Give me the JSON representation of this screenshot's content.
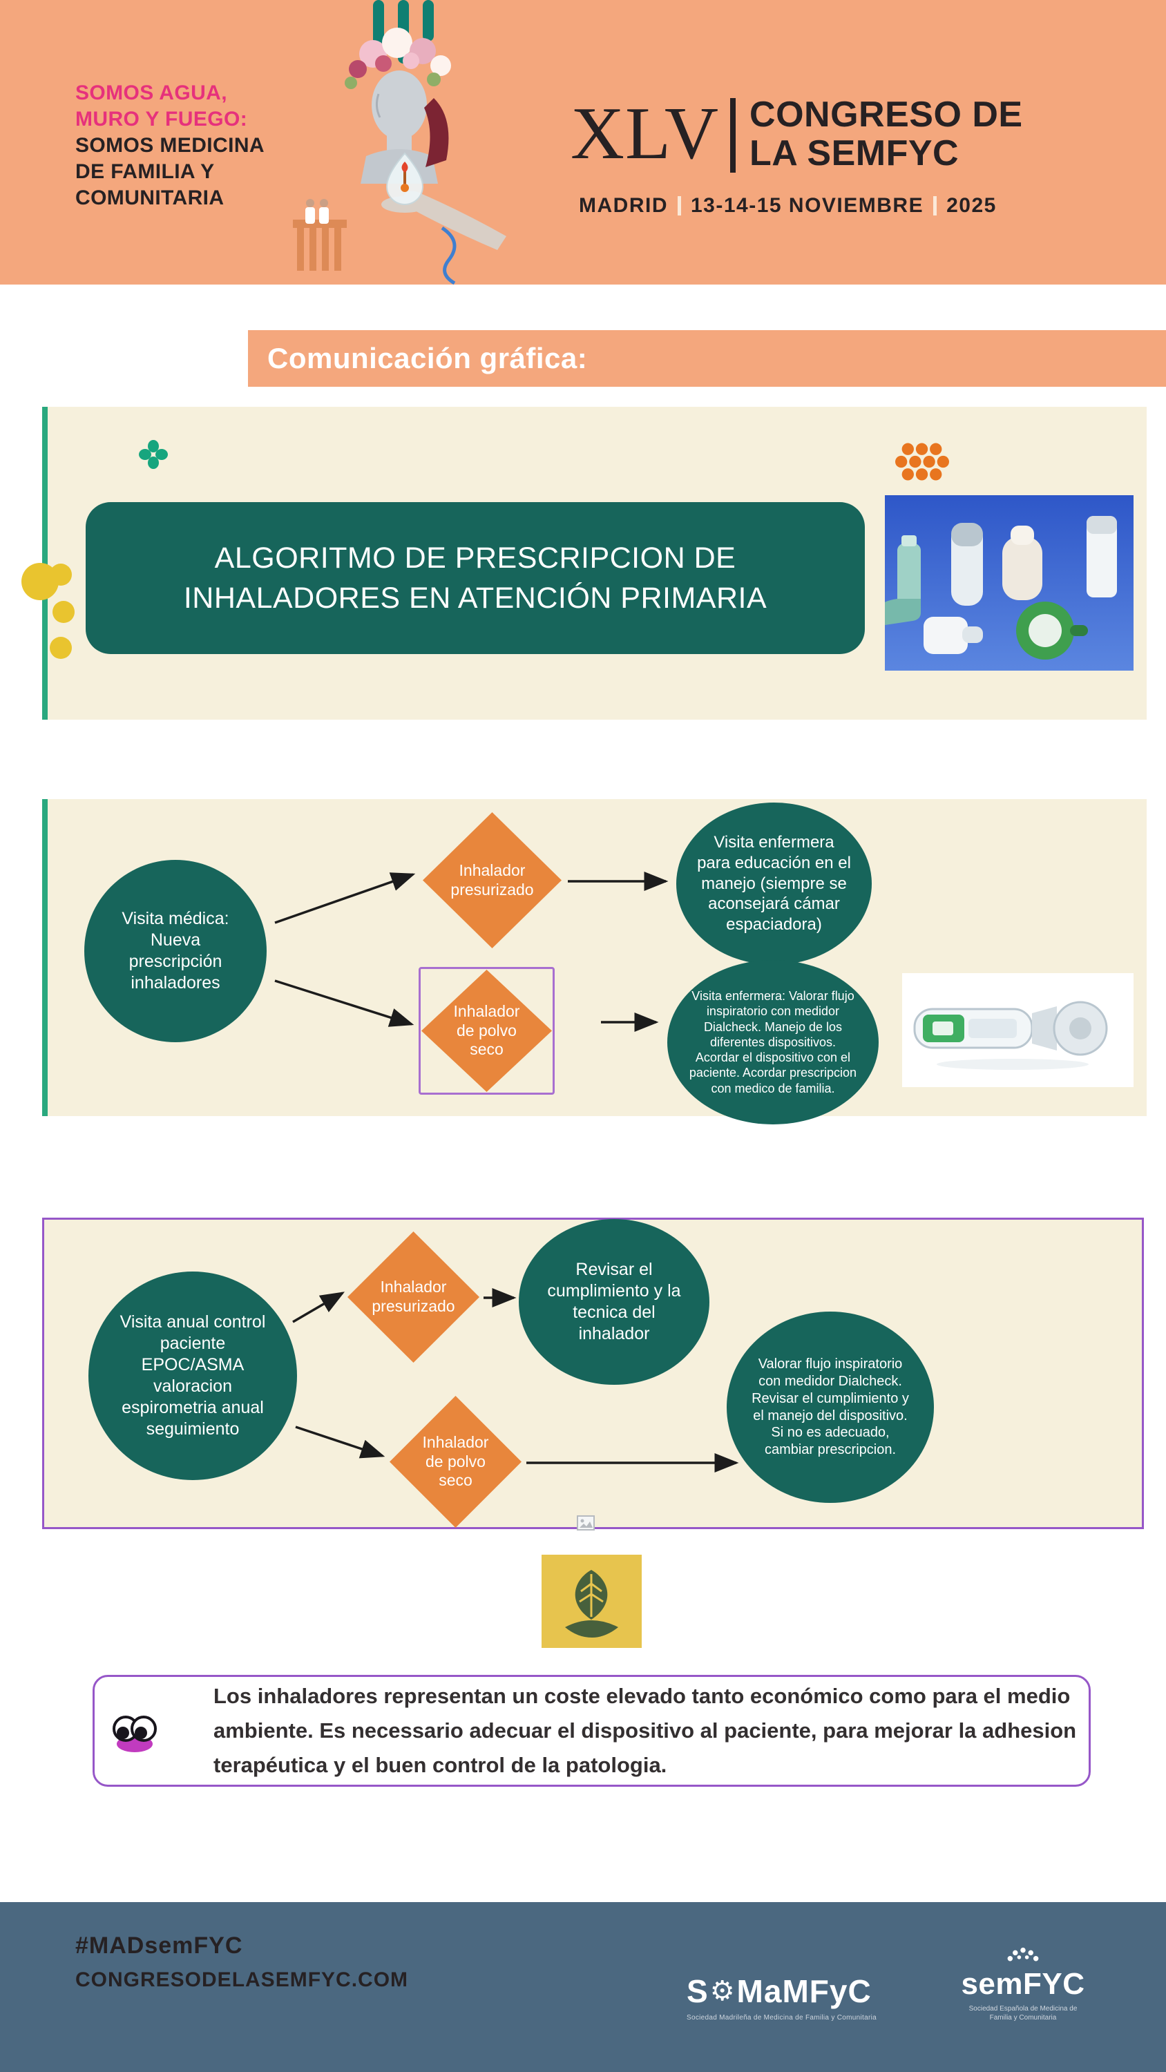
{
  "header": {
    "tagline_line1": "SOMOS AGUA,",
    "tagline_line2": "MURO Y FUEGO:",
    "tagline_line3": "SOMOS MEDICINA",
    "tagline_line4": "DE FAMILIA Y",
    "tagline_line5": "COMUNITARIA",
    "congress_numeral": "XLV",
    "congress_line1": "CONGRESO DE",
    "congress_line2": "LA SEMFYC",
    "city": "MADRID",
    "dates": "13-14-15 NOVIEMBRE",
    "year": "2025"
  },
  "section_banner": {
    "label": "Comunicación gráfica:"
  },
  "poster": {
    "title": "ALGORITMO DE PRESCRIPCION DE INHALADORES EN ATENCIÓN PRIMARIA"
  },
  "flowchart_new_prescription": {
    "start": "Visita médica: Nueva prescripción inhaladores",
    "pressurized": "Inhalador presurizado",
    "dry_powder": "Inhalador de polvo seco",
    "outcome_pressurized": "Visita enfermera para educación en el manejo (siempre se aconsejará cámar espaciadora)",
    "outcome_dry_powder": "Visita enfermera: Valorar flujo inspiratorio con medidor Dialcheck. Manejo de los diferentes dispositivos. Acordar el dispositivo con el paciente. Acordar prescripcion con medico de familia."
  },
  "flowchart_annual_review": {
    "start": "Visita anual control paciente EPOC/ASMA valoracion espirometria anual seguimiento",
    "pressurized": "Inhalador presurizado",
    "dry_powder": "Inhalador de polvo seco",
    "outcome_pressurized": "Revisar el cumplimiento y la tecnica del inhalador",
    "outcome_dry_powder": "Valorar flujo inspiratorio con medidor Dialcheck. Revisar el cumplimiento y el manejo del dispositivo. Si no es adecuado, cambiar prescripcion."
  },
  "note": {
    "text": "Los inhaladores representan un coste elevado tanto económico como para el medio ambiente. Es necessario adecuar el dispositivo al paciente, para mejorar la adhesion terapéutica y el buen control de la patologia."
  },
  "footer": {
    "hashtag": "#MADsemFYC",
    "website": "CONGRESODELASEMFYC.COM",
    "somamfyc_prefix": "S",
    "somamfyc_suffix": "MaMFyC",
    "somamfyc_subtitle": "Sociedad Madrileña de Medicina de Familia y Comunitaria",
    "semfyc_name": "semFYC",
    "semfyc_subtitle": "Sociedad Española de Medicina de Familia y Comunitaria"
  },
  "icons": {
    "gear_glyph": "⚙"
  },
  "colors": {
    "salmon": "#f4a77d",
    "magenta": "#e6317c",
    "ink": "#262123",
    "teal": "#17655b",
    "orange_diamond": "#e8863c",
    "purple_accent": "#9657c8",
    "cream_panel": "#f6f0dc",
    "yellow_dot": "#e9c42f",
    "clover_green": "#17a57e",
    "orange_dots": "#e8751f",
    "footer_slate": "#4b6880"
  }
}
